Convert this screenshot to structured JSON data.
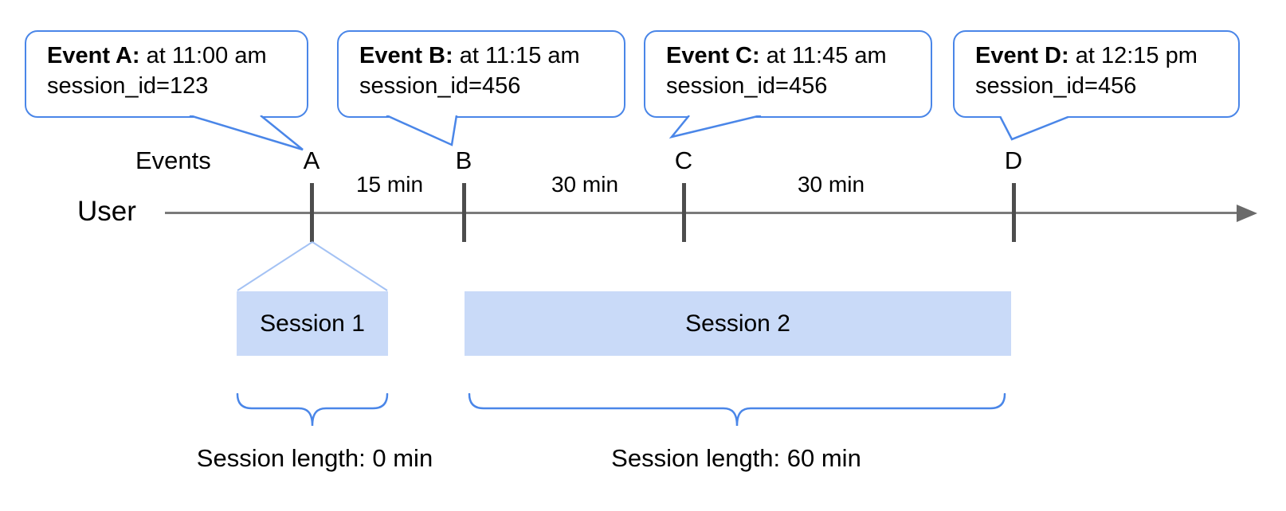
{
  "diagram": {
    "callouts": [
      {
        "title": "Event A:",
        "time": " at 11:00 am",
        "session": "session_id=123"
      },
      {
        "title": "Event B:",
        "time": " at 11:15 am",
        "session": "session_id=456"
      },
      {
        "title": "Event C:",
        "time": " at 11:45 am",
        "session": "session_id=456"
      },
      {
        "title": "Event D:",
        "time": " at 12:15 pm",
        "session": "session_id=456"
      }
    ],
    "axis": {
      "events_label": "Events",
      "user_label": "User",
      "markers": [
        "A",
        "B",
        "C",
        "D"
      ],
      "intervals": [
        "15 min",
        "30 min",
        "30 min"
      ]
    },
    "sessions": [
      {
        "label": "Session 1",
        "length": "Session length: 0 min"
      },
      {
        "label": "Session 2",
        "length": "Session length: 60 min"
      }
    ],
    "colors": {
      "callout_border": "#4a86e8",
      "session_fill": "#c9daf8",
      "expansion_line": "#a4c2f4",
      "brace": "#4a86e8",
      "timeline": "#7a7a7a",
      "tick": "#4d4d4d",
      "text": "#000000"
    }
  }
}
